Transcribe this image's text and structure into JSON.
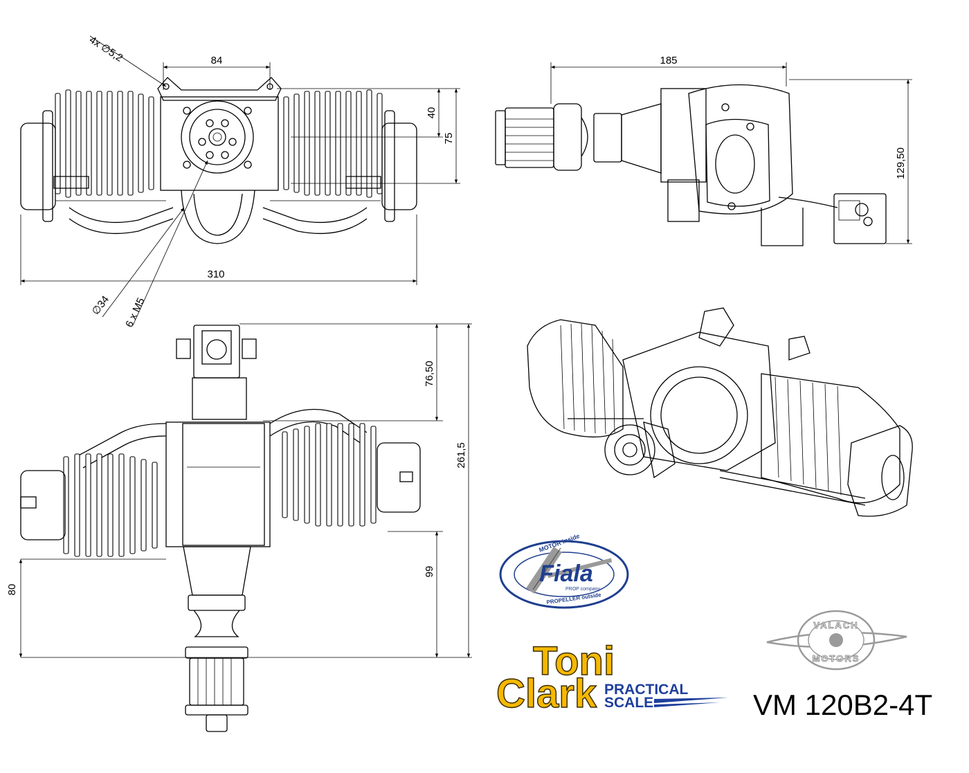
{
  "dimensions": {
    "holes": "4x ∅5,2",
    "mount_width": "84",
    "height_40": "40",
    "height_75": "75",
    "total_width": "310",
    "bolt_circle": "∅34",
    "bolts": "6 x M5",
    "side_length": "185",
    "side_height": "129,50",
    "top_76": "76,50",
    "top_total": "261,5",
    "top_99": "99",
    "top_80": "80"
  },
  "logos": {
    "fiala": {
      "name": "Fiala",
      "ring_top": "MOTOR inside",
      "ring_bottom": "PROPELLER outside",
      "sub": "PROP company"
    },
    "valach": {
      "top": "VALACH",
      "bottom": "MOTORS"
    },
    "toni_clark": {
      "line1": "Toni",
      "line2": "Clark",
      "practical": "PRACTICAL",
      "scale": "SCALE"
    }
  },
  "model": "VM 120B2-4T",
  "colors": {
    "toni_clark_yellow": "#f6b800",
    "practical_blue": "#1e3f9c",
    "fiala_blue": "#1f3f8f",
    "valach_grey": "#9a9a9a"
  }
}
